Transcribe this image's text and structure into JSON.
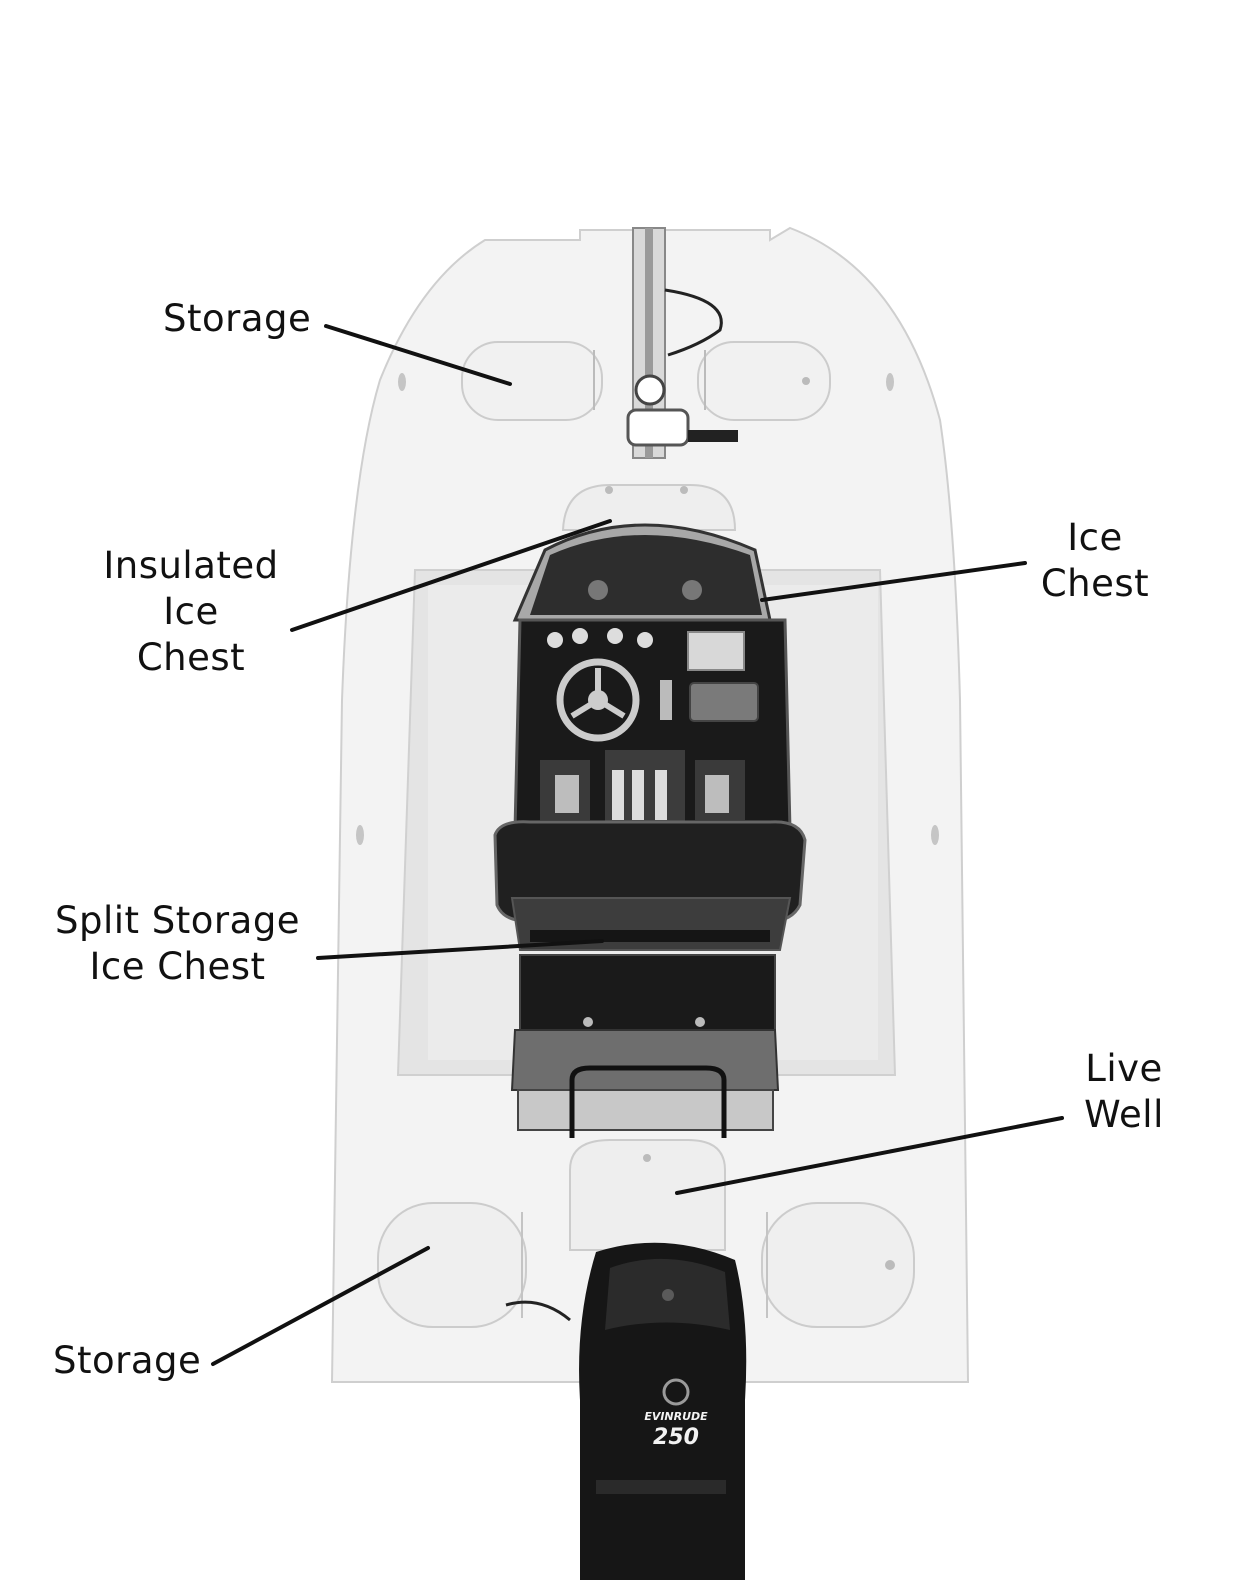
{
  "labels": {
    "storage_top": [
      "Storage"
    ],
    "insulated_ice_chest": [
      "Insulated",
      "Ice",
      "Chest"
    ],
    "ice_chest": [
      "Ice",
      "Chest"
    ],
    "split_storage_ice_chest": [
      "Split Storage",
      "Ice Chest"
    ],
    "live_well": [
      "Live",
      "Well"
    ],
    "storage_bottom": [
      "Storage"
    ]
  },
  "motor": {
    "brand": "EVINRUDE",
    "horsepower": "250"
  },
  "colors": {
    "hull": "#f2f2f2",
    "hull_outline": "#c9c9c9",
    "deck_recess": "#e6e6e6",
    "console": "#1c1c1c",
    "leader_line": "#111111",
    "text": "#111111"
  }
}
